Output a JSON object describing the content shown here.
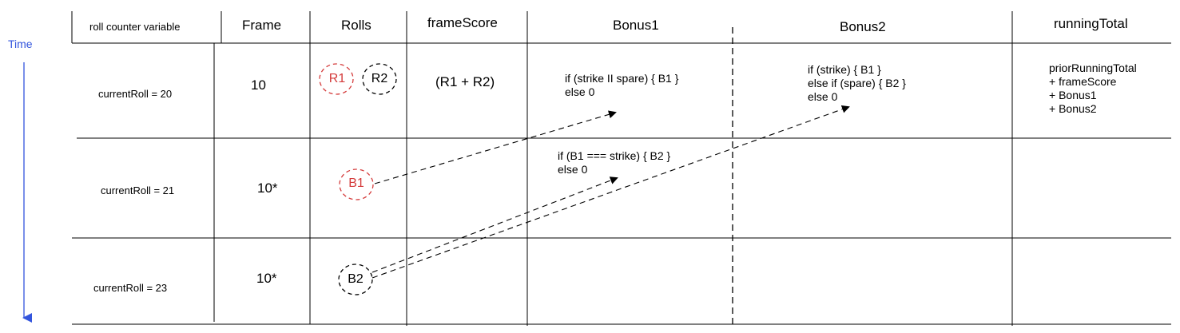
{
  "time_label": "Time",
  "headers": {
    "roll_counter": "roll counter variable",
    "frame": "Frame",
    "rolls": "Rolls",
    "frame_score": "frameScore",
    "bonus1": "Bonus1",
    "bonus2": "Bonus2",
    "running_total": "runningTotal"
  },
  "rows": [
    {
      "roll_counter": "currentRoll = 20",
      "frame": "10",
      "rolls": [
        "R1",
        "R2"
      ],
      "frame_score": "(R1 + R2)",
      "bonus1": "if (strike II spare) { B1 }\nelse 0",
      "bonus2": "if (strike) { B1 }\nelse if (spare) { B2 }\nelse 0",
      "running_total": "priorRunningTotal\n+ frameScore\n+ Bonus1\n+ Bonus2"
    },
    {
      "roll_counter": "currentRoll = 21",
      "frame": "10*",
      "rolls": [
        "B1"
      ],
      "frame_score": "",
      "bonus1": "if (B1 === strike) { B2 }\nelse 0",
      "bonus2": "",
      "running_total": ""
    },
    {
      "roll_counter": "currentRoll = 23",
      "frame": "10*",
      "rolls": [
        "B2"
      ],
      "frame_score": "",
      "bonus1": "",
      "bonus2": "",
      "running_total": ""
    }
  ],
  "colors": {
    "time_arrow": "#3355dd",
    "highlight_roll": "#d43a3a",
    "normal_roll": "#000000"
  }
}
